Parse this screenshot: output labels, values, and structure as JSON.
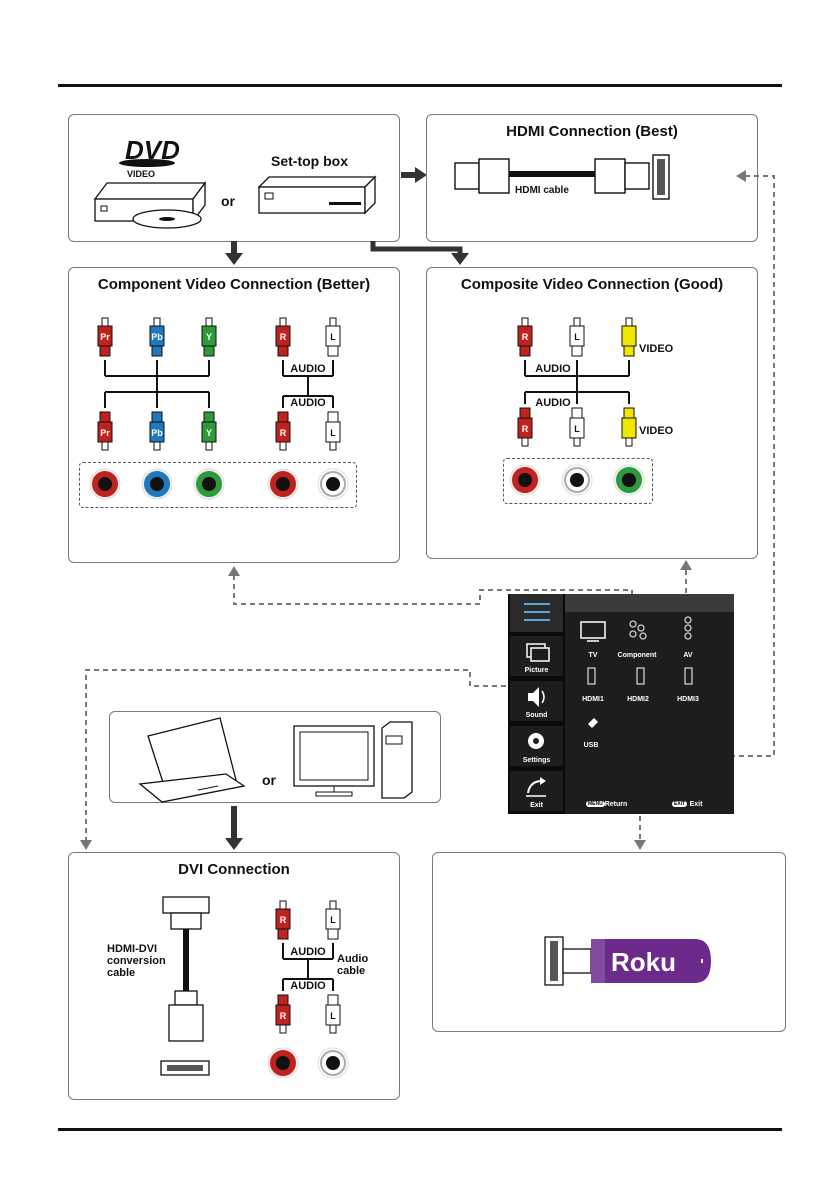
{
  "sources": {
    "dvd_logo": "DVD",
    "dvd_sub": "VIDEO",
    "or_text": "or",
    "settop_label": "Set-top box"
  },
  "hdmi": {
    "title": "HDMI Connection (Best)",
    "cable_label": "HDMI cable"
  },
  "component": {
    "title": "Component Video Connection (Better)",
    "pr": "Pr",
    "pb": "Pb",
    "y": "Y",
    "r": "R",
    "l": "L",
    "audio": "AUDIO"
  },
  "composite": {
    "title": "Composite Video Connection (Good)",
    "r": "R",
    "l": "L",
    "audio": "AUDIO",
    "video": "VIDEO"
  },
  "computer": {
    "or_text": "or"
  },
  "dvi": {
    "title": "DVI Connection",
    "conv_label": "HDMI-DVI conversion cable",
    "audio_cable_label": "Audio cable",
    "audio": "AUDIO",
    "r": "R",
    "l": "L"
  },
  "roku": {
    "brand": "Roku"
  },
  "tv_menu": {
    "side": [
      "Picture",
      "Sound",
      "Settings",
      "Exit"
    ],
    "inputs": [
      "TV",
      "Component",
      "AV",
      "HDMI1",
      "HDMI2",
      "HDMI3",
      "USB"
    ],
    "footer_return": "Return",
    "footer_exit": "Exit",
    "menu_key": "MENU",
    "exit_key": "EXIT"
  },
  "colors": {
    "red": "#c0231f",
    "blue": "#1e78bf",
    "green": "#2f9a3a",
    "yellow": "#f0e600",
    "white": "#ffffff",
    "roku_purple": "#6b2a8c"
  }
}
